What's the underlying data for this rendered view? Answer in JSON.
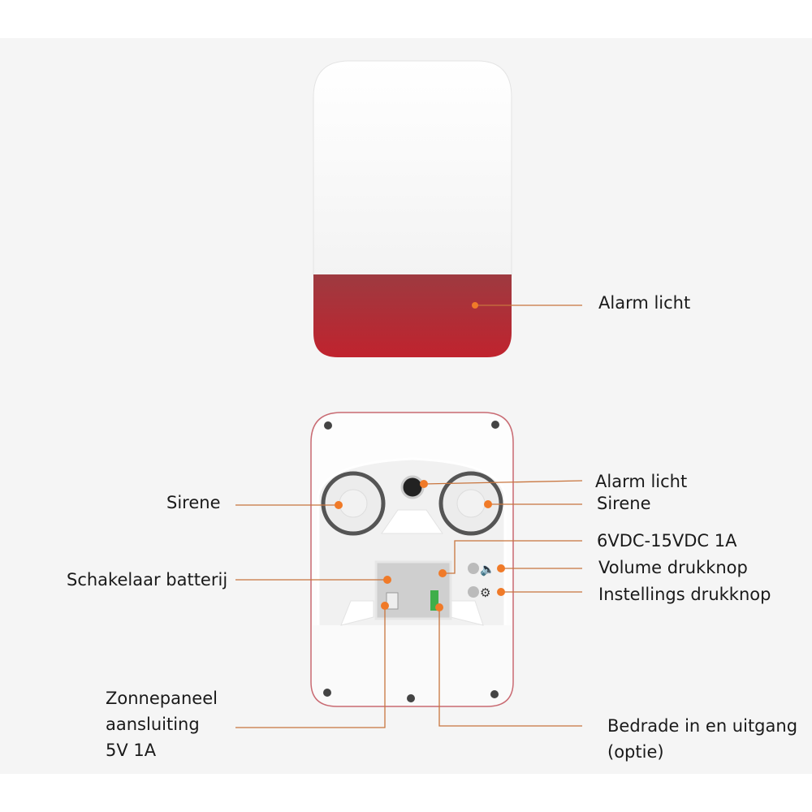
{
  "labels": {
    "alarm_light_cover": "Alarm licht",
    "alarm_light_base": "Alarm licht",
    "siren_right": "Sirene",
    "siren_left": "Sirene",
    "power_input": "6VDC-15VDC 1A",
    "volume_button": "Volume drukknop",
    "settings_button": "Instellings drukknop",
    "battery_switch": "Schakelaar batterij",
    "solar_line1": "Zonnepaneel",
    "solar_line2": "aansluiting",
    "solar_line3": "5V 1A",
    "wired_line1": "Bedrade in en uitgang",
    "wired_line2": "(optie)"
  },
  "colors": {
    "accent": "#e8742a",
    "cover_red": "#b5303a"
  }
}
